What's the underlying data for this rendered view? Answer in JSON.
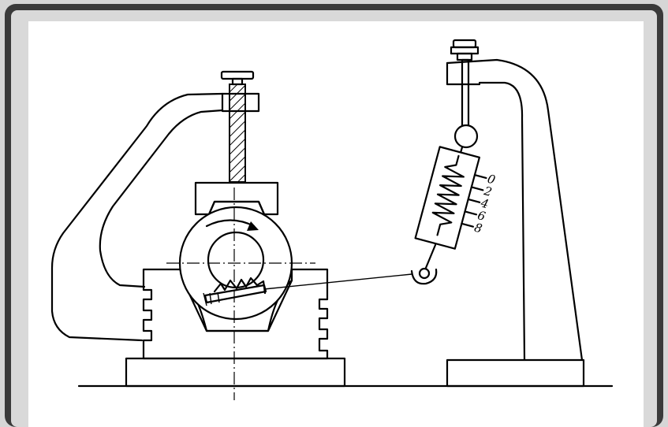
{
  "colors": {
    "frame_outer": "#3a3a3a",
    "frame_bevel": "#d6d6d6",
    "paper": "#ffffff",
    "ink": "#000000"
  },
  "diagram": {
    "scale_labels": [
      "0",
      "2",
      "4",
      "6",
      "8"
    ]
  }
}
